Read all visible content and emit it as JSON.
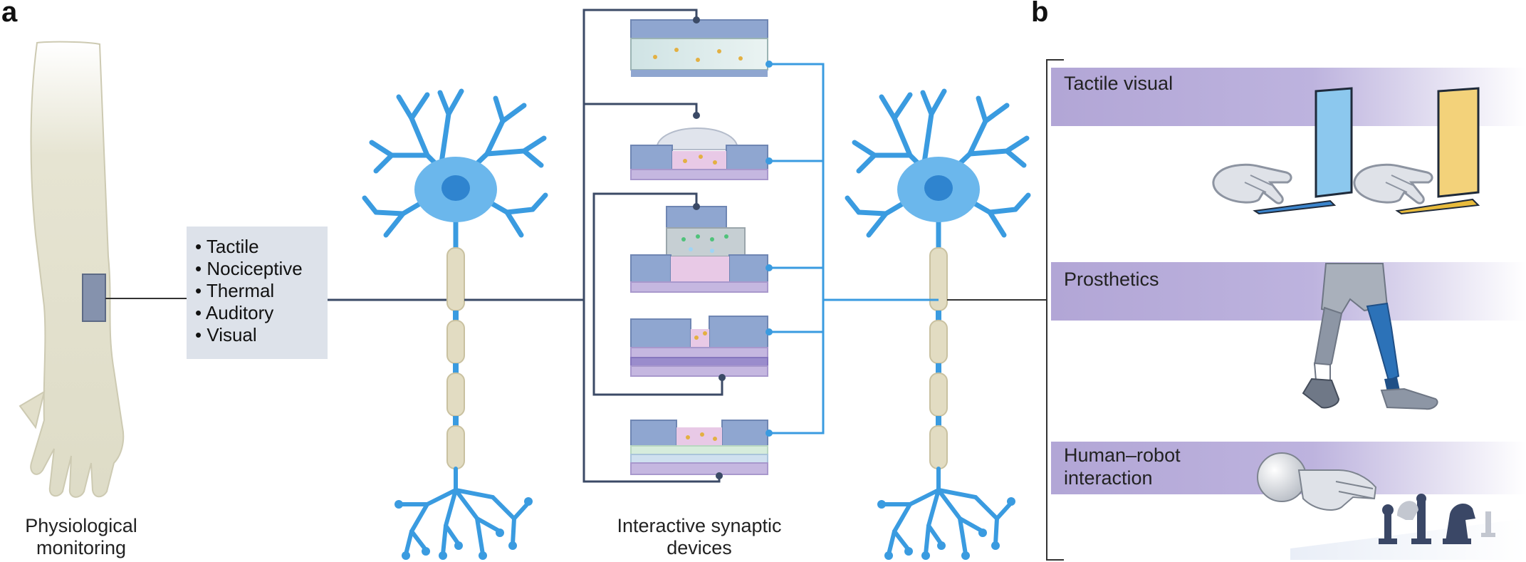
{
  "panels": {
    "a": "a",
    "b": "b"
  },
  "captions": {
    "physio_line1": "Physiological",
    "physio_line2": "monitoring",
    "devices_line1": "Interactive synaptic",
    "devices_line2": "devices"
  },
  "sensing_list": [
    "• Tactile",
    "• Nociceptive",
    "• Thermal",
    "• Auditory",
    "• Visual"
  ],
  "applications": {
    "tactile_visual": "Tactile visual",
    "prosthetics": "Prosthetics",
    "hri_line1": "Human–robot",
    "hri_line2": "interaction"
  },
  "colors": {
    "neuron_blue": "#3a9be0",
    "wire_dark": "#3b4a66",
    "wire_blue": "#3a9be0",
    "band_purple": "#b2a6d6",
    "box_grey": "#dde2ea",
    "skin": "#e4e2cf"
  }
}
